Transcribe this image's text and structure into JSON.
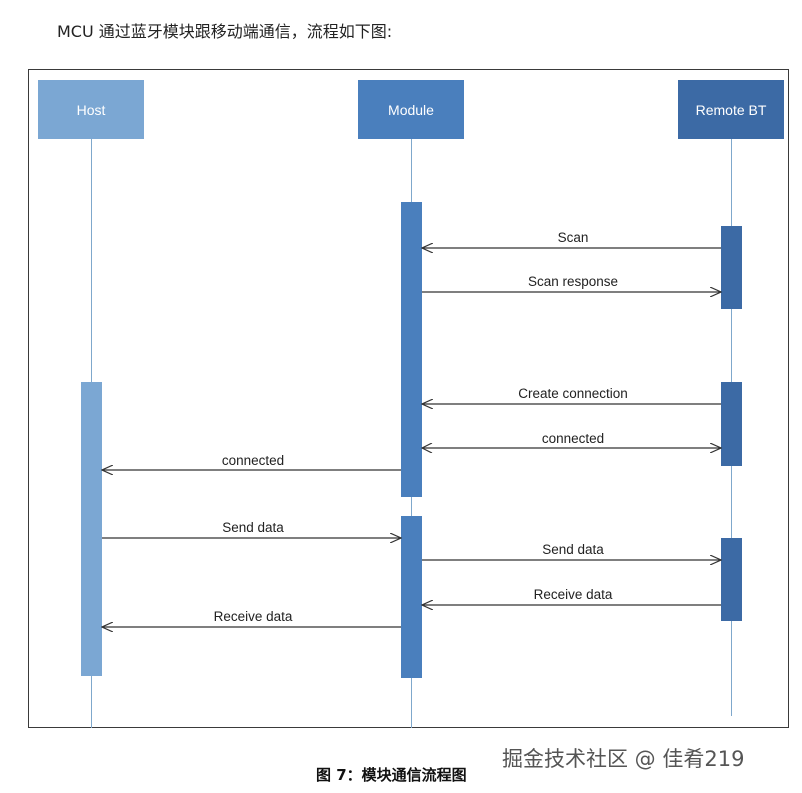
{
  "intro_text": "MCU 通过蓝牙模块跟移动端通信，流程如下图:",
  "actors": {
    "host": "Host",
    "module": "Module",
    "remote": "Remote BT"
  },
  "messages": [
    {
      "label": "Scan",
      "from": "remote",
      "to": "module"
    },
    {
      "label": "Scan response",
      "from": "module",
      "to": "remote"
    },
    {
      "label": "Create  connection",
      "from": "remote",
      "to": "module"
    },
    {
      "label": "connected",
      "from": "remote",
      "to": "module",
      "bidirectional": true
    },
    {
      "label": "connected",
      "from": "module",
      "to": "host"
    },
    {
      "label": "Send  data",
      "from": "host",
      "to": "module"
    },
    {
      "label": "Send data",
      "from": "module",
      "to": "remote"
    },
    {
      "label": "Receive data",
      "from": "remote",
      "to": "module"
    },
    {
      "label": "Receive data",
      "from": "module",
      "to": "host"
    }
  ],
  "caption": "图 7：模块通信流程图",
  "watermark": "掘金技术社区 @ 佳肴219",
  "colors": {
    "host": "#7ba7d3",
    "module": "#4a7fbd",
    "remote": "#3c6aa5",
    "lifeline": "#7fa8cc",
    "arrow": "#333333"
  }
}
